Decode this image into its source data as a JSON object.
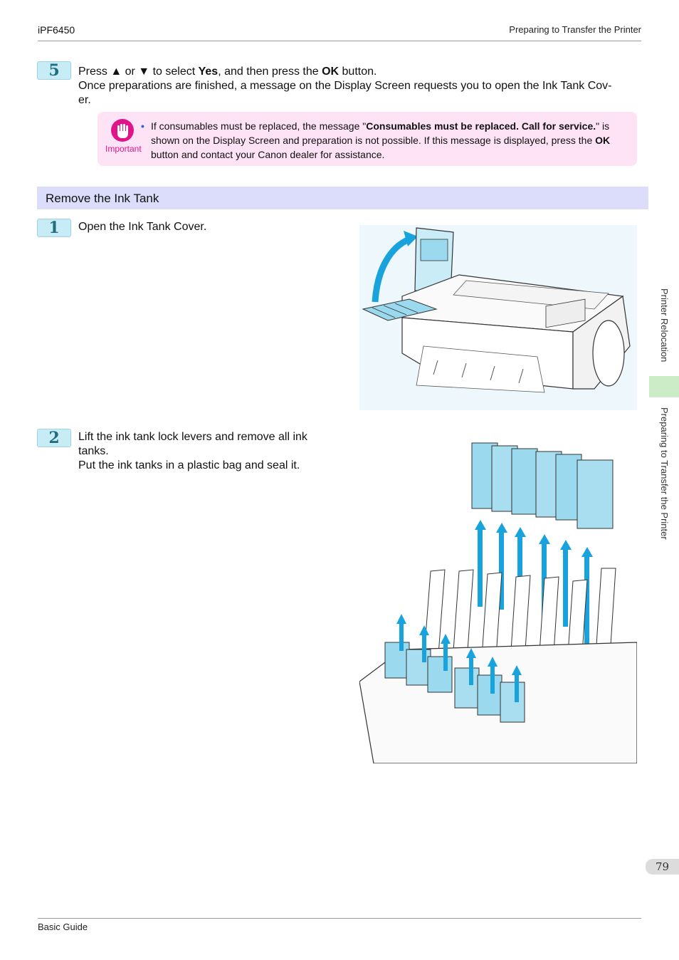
{
  "header": {
    "model": "iPF6450",
    "section": "Preparing to Transfer the Printer"
  },
  "step5": {
    "number": "5",
    "line1_a": "Press ▲ or ▼ to select ",
    "line1_yes": "Yes",
    "line1_b": ", and then press the ",
    "line1_ok": "OK",
    "line1_c": " button.",
    "line2": "Once preparations are finished, a message on the Display Screen requests you to open the Ink Tank Cov-",
    "line3": "er."
  },
  "important": {
    "label": "Important",
    "text_a": "If consumables must be replaced, the message \"",
    "text_bold": "Consumables must be replaced. Call for service.",
    "text_b": "\" is shown on the Display Screen and preparation is not possible. If this message is displayed, press the ",
    "text_ok": "OK",
    "text_c": " button and contact your Canon dealer for assistance."
  },
  "section": {
    "title": "Remove the Ink Tank"
  },
  "step1": {
    "number": "1",
    "text": "Open the Ink Tank Cover."
  },
  "step2": {
    "number": "2",
    "line1": "Lift the ink tank lock levers and remove all ink",
    "line2": "tanks.",
    "line3": "Put the ink tanks in a plastic bag and seal it."
  },
  "side_tabs": {
    "tab1": "Printer Relocation",
    "tab2": "Preparing to Transfer the Printer"
  },
  "page_number": "79",
  "footer": "Basic Guide",
  "colors": {
    "accent_blue": "#18a3dc",
    "important_pink": "#e0158a",
    "section_bar": "#dcdcfb",
    "active_tab": "#cbecc6"
  }
}
